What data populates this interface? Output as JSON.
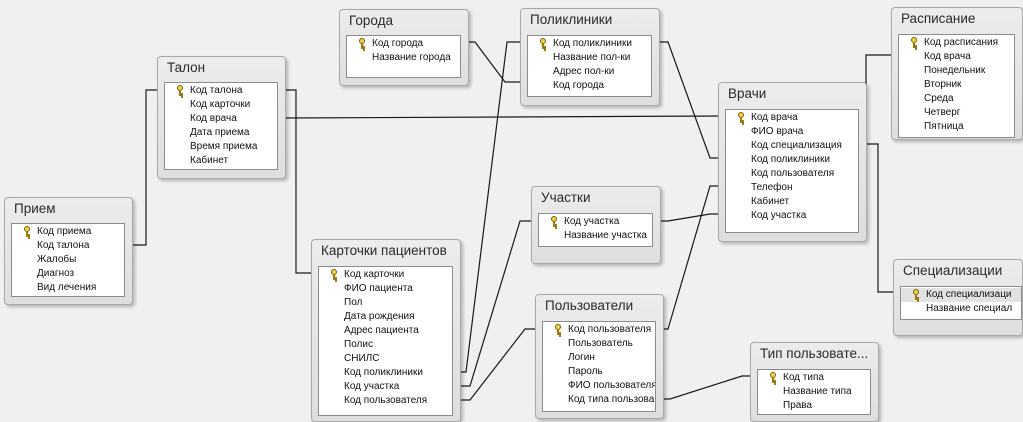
{
  "tables": {
    "priem": {
      "title": "Прием",
      "fields": [
        "Код приема",
        "Код талона",
        "Жалобы",
        "Диагноз",
        "Вид лечения"
      ]
    },
    "talon": {
      "title": "Талон",
      "fields": [
        "Код талона",
        "Код карточки",
        "Код врача",
        "Дата приема",
        "Время приема",
        "Кабинет"
      ]
    },
    "goroda": {
      "title": "Города",
      "fields": [
        "Код города",
        "Название города"
      ]
    },
    "polikliniki": {
      "title": "Поликлиники",
      "fields": [
        "Код поликлиники",
        "Название пол-ки",
        "Адрес пол-ки",
        "Код города"
      ]
    },
    "vrachi": {
      "title": "Врачи",
      "fields": [
        "Код врача",
        "ФИО врача",
        "Код специализация",
        "Код поликлиники",
        "Код пользователя",
        "Телефон",
        "Кабинет",
        "Код участка"
      ]
    },
    "raspisanie": {
      "title": "Расписание",
      "fields": [
        "Код расписания",
        "Код врача",
        "Понедельник",
        "Вторник",
        "Среда",
        "Четверг",
        "Пятница"
      ]
    },
    "uchastki": {
      "title": "Участки",
      "fields": [
        "Код участка",
        "Название участка"
      ]
    },
    "kartochki": {
      "title": "Карточки пациентов",
      "fields": [
        "Код карточки",
        "ФИО пациента",
        "Пол",
        "Дата рождения",
        "Адрес пациента",
        "Полис",
        "СНИЛС",
        "Код поликлиники",
        "Код участка",
        "Код пользователя"
      ]
    },
    "polzovateli": {
      "title": "Пользователи",
      "fields": [
        "Код пользователя",
        "Пользователь",
        "Логин",
        "Пароль",
        "ФИО пользователя",
        "Код типа пользова"
      ]
    },
    "tip": {
      "title": "Тип пользовате...",
      "fields": [
        "Код типа",
        "Название типа",
        "Права"
      ]
    },
    "specializacii": {
      "title": "Специализации",
      "fields": [
        "Код специализаци",
        "Название специал"
      ]
    }
  }
}
